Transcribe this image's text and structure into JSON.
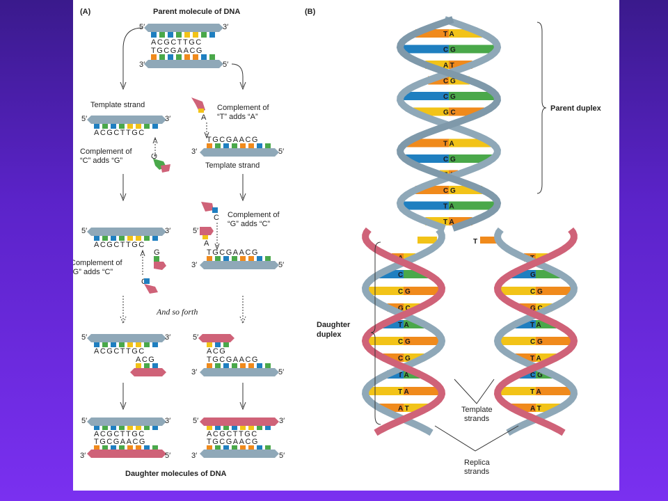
{
  "panel_a": {
    "letter": "(A)",
    "title": "Parent molecule of DNA",
    "footer": "Daughter molecules of DNA",
    "prime5": "5′",
    "prime3": "3′",
    "seq_top": "ACGCTTGC",
    "seq_bottom": "TGCGAACG",
    "seq_acg": "ACG",
    "template_strand_left": "Template strand",
    "template_strand_right": "Template strand",
    "complement_t_line1": "Complement of",
    "complement_t_line2": "“T” adds “A”",
    "complement_c_line1": "Complement of",
    "complement_c_line2": "“C” adds “G”",
    "complement_g_right_line1": "Complement of",
    "complement_g_right_line2": "“G” adds “C”",
    "complement_g_left_line1": "Complement of",
    "complement_g_left_line2": "“G” adds “C”",
    "and_so_forth": "And so forth",
    "nuc_g": "G",
    "nuc_a": "A",
    "nuc_c": "C"
  },
  "panel_b": {
    "letter": "(B)",
    "parent_duplex": "Parent duplex",
    "daughter_duplex_line1": "Daughter",
    "daughter_duplex_line2": "duplex",
    "template_strands_line1": "Template",
    "template_strands_line2": "strands",
    "replica_strands_line1": "Replica",
    "replica_strands_line2": "strands",
    "pairs": [
      {
        "t": "T A"
      },
      {
        "t": "C G"
      },
      {
        "t": "A T"
      },
      {
        "t": "C G"
      },
      {
        "t": "C G"
      },
      {
        "t": "G C"
      },
      {
        "t": "T A"
      },
      {
        "t": "C G"
      },
      {
        "t": "T A"
      },
      {
        "t": "C G"
      },
      {
        "t": "T A"
      },
      {
        "t": "T A"
      }
    ],
    "left_daughter": [
      {
        "t": "A"
      },
      {
        "t": "C"
      },
      {
        "t": "C G"
      },
      {
        "t": "G C"
      },
      {
        "t": "T A"
      },
      {
        "t": "C G"
      },
      {
        "t": "C G"
      },
      {
        "t": "T A"
      },
      {
        "t": "T A"
      },
      {
        "t": "A T"
      }
    ],
    "right_daughter": [
      {
        "t": "T"
      },
      {
        "t": "G"
      },
      {
        "t": "C G"
      },
      {
        "t": "G C"
      },
      {
        "t": "T A"
      },
      {
        "t": "C G"
      },
      {
        "t": "T A"
      },
      {
        "t": "C G"
      },
      {
        "t": "T A"
      },
      {
        "t": "A T"
      }
    ],
    "open_left": "A",
    "open_right": "T",
    "colors": {
      "blue": "#1f7fc0",
      "green": "#4aa84a",
      "orange": "#f08a1c",
      "yellow": "#f2c318",
      "grey": "#8fa8b8",
      "pink": "#cf6278"
    }
  }
}
